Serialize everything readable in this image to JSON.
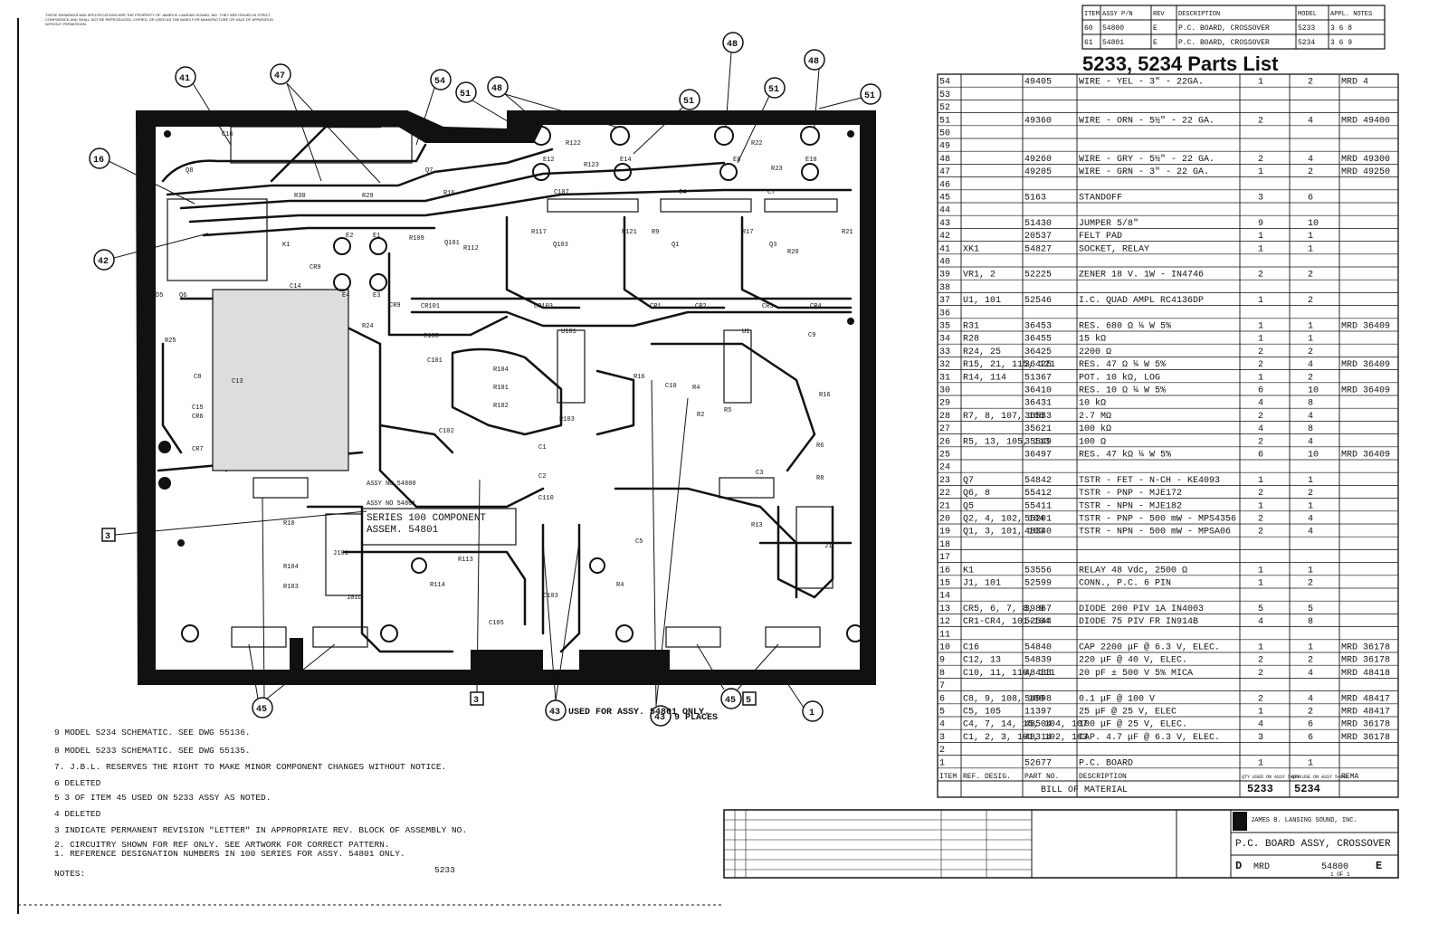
{
  "drawing": {
    "proprietary_notice": "THESE DRAWINGS AND SPECIFICATIONS ARE THE PROPERTY OF JAMES B. LANSING SOUND, INC. THEY ARE ISSUED IN STRICT CONFIDENCE AND SHALL NOT BE REPRODUCED, COPIED, OR USED AS THE BASIS FOR MANUFACTURE OR SALE OF APPARATUS WITHOUT PERMISSION.",
    "parts_list_title": "5233, 5234  Parts List",
    "bottom_ref": "5233"
  },
  "assy_table": {
    "headers": [
      "ITEM",
      "ASSY P/N",
      "REV",
      "DESCRIPTION",
      "MODEL",
      "APPL. NOTES"
    ],
    "rows": [
      [
        "60",
        "54800",
        "E",
        "P.C. BOARD, CROSSOVER",
        "5233",
        "3 6 8"
      ],
      [
        "61",
        "54801",
        "E",
        "P.C. BOARD, CROSSOVER",
        "5234",
        "3 6 9"
      ]
    ]
  },
  "parts_list": {
    "rows": [
      [
        "54",
        "",
        "49405",
        "WIRE - YEL - 3\" - 22GA.",
        "1",
        "2",
        "MRD 4"
      ],
      [
        "53",
        "",
        "",
        "",
        "",
        "",
        ""
      ],
      [
        "52",
        "",
        "",
        "",
        "",
        "",
        ""
      ],
      [
        "51",
        "",
        "49360",
        "WIRE - ORN - 5½\" - 22 GA.",
        "2",
        "4",
        "MRD 49400"
      ],
      [
        "50",
        "",
        "",
        "",
        "",
        "",
        ""
      ],
      [
        "49",
        "",
        "",
        "",
        "",
        "",
        ""
      ],
      [
        "48",
        "",
        "49260",
        "WIRE - GRY - 5½\" - 22 GA.",
        "2",
        "4",
        "MRD 49300"
      ],
      [
        "47",
        "",
        "49205",
        "WIRE - GRN - 3\" - 22 GA.",
        "1",
        "2",
        "MRD 49250"
      ],
      [
        "46",
        "",
        "",
        "",
        "",
        "",
        ""
      ],
      [
        "45",
        "",
        "5163",
        "STANDOFF",
        "3",
        "6",
        ""
      ],
      [
        "44",
        "",
        "",
        "",
        "",
        "",
        ""
      ],
      [
        "43",
        "",
        "51430",
        "JUMPER   5/8\"",
        "9",
        "10",
        ""
      ],
      [
        "42",
        "",
        "20537",
        "FELT PAD",
        "1",
        "1",
        ""
      ],
      [
        "41",
        "XK1",
        "54827",
        "SOCKET, RELAY",
        "1",
        "1",
        ""
      ],
      [
        "40",
        "",
        "",
        "",
        "",
        "",
        ""
      ],
      [
        "39",
        "VR1, 2",
        "52225",
        "ZENER  18 V. 1W - IN4746",
        "2",
        "2",
        ""
      ],
      [
        "38",
        "",
        "",
        "",
        "",
        "",
        ""
      ],
      [
        "37",
        "U1, 101",
        "52546",
        "I.C. QUAD AMPL  RC4136DP",
        "1",
        "2",
        ""
      ],
      [
        "36",
        "",
        "",
        "",
        "",
        "",
        ""
      ],
      [
        "35",
        "R31",
        "36453",
        "RES.  680 Ω  ¼ W  5%",
        "1",
        "1",
        "MRD 36409"
      ],
      [
        "34",
        "R28",
        "36455",
        "15 kΩ",
        "1",
        "1",
        ""
      ],
      [
        "33",
        "R24, 25",
        "36425",
        "2200 Ω",
        "2",
        "2",
        ""
      ],
      [
        "32",
        "R15, 21, 115, 121",
        "36425",
        "RES.  47 Ω   ¼ W  5%",
        "2",
        "4",
        "MRD 36409"
      ],
      [
        "31",
        "R14, 114",
        "51367",
        "POT.  10 kΩ, LOG",
        "1",
        "2",
        ""
      ],
      [
        "30",
        "",
        "36410",
        "RES.  10 Ω   ¼ W  5%",
        "6",
        "10",
        "MRD 36409"
      ],
      [
        "29",
        "",
        "36431",
        "10 kΩ",
        "4",
        "8",
        ""
      ],
      [
        "28",
        "R7, 8, 107, 108",
        "36533",
        "2.7 MΩ",
        "2",
        "4",
        ""
      ],
      [
        "27",
        "",
        "35621",
        "100 kΩ",
        "4",
        "8",
        ""
      ],
      [
        "26",
        "R5, 13, 105, 113",
        "35549",
        "100 Ω",
        "2",
        "4",
        ""
      ],
      [
        "25",
        "",
        "36497",
        "RES.  47 kΩ  ¼ W 5%",
        "6",
        "10",
        "MRD 36409"
      ],
      [
        "24",
        "",
        "",
        "",
        "",
        "",
        ""
      ],
      [
        "23",
        "Q7",
        "54842",
        "TSTR - FET - N-CH - KE4093",
        "1",
        "1",
        ""
      ],
      [
        "22",
        "Q6, 8",
        "55412",
        "TSTR - PNP       - MJE172",
        "2",
        "2",
        ""
      ],
      [
        "21",
        "Q5",
        "55411",
        "TSTR - NPN       - MJE182",
        "1",
        "1",
        ""
      ],
      [
        "20",
        "Q2, 4, 102, 104",
        "55201",
        "TSTR - PNP - 500 mW - MPS4356",
        "2",
        "4",
        ""
      ],
      [
        "19",
        "Q1, 3, 101, 103",
        "48340",
        "TSTR - NPN - 500 mW - MPSA06",
        "2",
        "4",
        ""
      ],
      [
        "18",
        "",
        "",
        "",
        "",
        "",
        ""
      ],
      [
        "17",
        "",
        "",
        "",
        "",
        "",
        ""
      ],
      [
        "16",
        "K1",
        "53556",
        "RELAY  48 Vdc, 2500 Ω",
        "1",
        "1",
        ""
      ],
      [
        "15",
        "J1, 101",
        "52599",
        "CONN., P.C.   6 PIN",
        "1",
        "2",
        ""
      ],
      [
        "14",
        "",
        "",
        "",
        "",
        "",
        ""
      ],
      [
        "13",
        "CR5, 6, 7, 8, 9",
        "39867",
        "DIODE  200 PIV 1A  IN4003",
        "5",
        "5",
        ""
      ],
      [
        "12",
        "CR1-CR4, 101-104",
        "52544",
        "DIODE  75 PIV FR   IN914B",
        "4",
        "8",
        ""
      ],
      [
        "11",
        "",
        "",
        "",
        "",
        "",
        ""
      ],
      [
        "10",
        "C16",
        "54840",
        "CAP 2200 μF @ 6.3 V, ELEC.",
        "1",
        "1",
        "MRD 36178"
      ],
      [
        "9",
        "C12, 13",
        "54839",
        "220 μF @ 40 V, ELEC.",
        "2",
        "2",
        "MRD 36178"
      ],
      [
        "8",
        "C10, 11, 110, 111",
        "48433",
        "20 pF  ± 500 V  5% MICA",
        "2",
        "4",
        "MRD 48418"
      ],
      [
        "7",
        "",
        "",
        "",
        "",
        "",
        ""
      ],
      [
        "6",
        "C8, 9, 108, 109",
        "54998",
        "0.1 μF @ 100 V",
        "2",
        "4",
        "MRD 48417"
      ],
      [
        "5",
        "C5, 105",
        "11397",
        "25 μF @ 25 V, ELEC",
        "1",
        "2",
        "MRD 48417"
      ],
      [
        "4",
        "C4, 7, 14, 15, 104, 107",
        "48504",
        "100 μF @ 25 V, ELEC.",
        "4",
        "6",
        "MRD 36178"
      ],
      [
        "3",
        "C1, 2, 3, 101, 102, 103",
        "48314",
        "CAP.  4.7 μF @ 6.3 V, ELEC.",
        "3",
        "6",
        "MRD 36178"
      ],
      [
        "2",
        "",
        "",
        "",
        "",
        "",
        ""
      ],
      [
        "1",
        "",
        "52677",
        "P.C. BOARD",
        "1",
        "1",
        ""
      ]
    ],
    "footer_headers": [
      "ITEM",
      "REF. DESIG.",
      "PART NO.",
      "DESCRIPTION",
      "QTY USED ON ASSY 54800",
      "QTY USE ON ASSY 54801",
      "REMA"
    ],
    "footer_caption": "BILL OF MATERIAL",
    "footer_models": [
      "5233",
      "5234"
    ]
  },
  "board_labels": {
    "series": "SERIES 100 COMPONENT",
    "assem": "ASSEM. 54801",
    "assy1": "ASSY NO 54800",
    "assy2": "ASSY NO 54801",
    "used_for": "USED FOR ASSY. 54801 ONLY.",
    "places": "9 PLACES"
  },
  "callouts": [
    "41",
    "47",
    "54",
    "51",
    "48",
    "51",
    "48",
    "51",
    "48",
    "51",
    "16",
    "42",
    "3",
    "45",
    "3",
    "43",
    "43",
    "45",
    "5",
    "1"
  ],
  "notes": {
    "header": "NOTES:",
    "items": [
      "9  MODEL 5234 SCHEMATIC. SEE DWG 55136.",
      "8  MODEL 5233 SCHEMATIC. SEE DWG 55135.",
      "7. J.B.L. RESERVES THE RIGHT TO MAKE MINOR COMPONENT CHANGES WITHOUT NOTICE.",
      "6  DELETED",
      "5  3 OF ITEM 45 USED ON 5233 ASSY AS NOTED.",
      "4  DELETED",
      "3  INDICATE PERMANENT REVISION \"LETTER\" IN APPROPRIATE REV. BLOCK OF ASSEMBLY NO.",
      "2. CIRCUITRY SHOWN FOR REF ONLY. SEE ARTWORK FOR CORRECT PATTERN.",
      "1. REFERENCE DESIGNATION NUMBERS IN 100 SERIES FOR ASSY. 54801 ONLY."
    ]
  },
  "title_block": {
    "title": "P.C. BOARD ASSY, CROSSOVER",
    "size": "D",
    "drawn": "MRD",
    "dwg_no": "54800",
    "rev": "E",
    "sheet": "1 OF 1",
    "company": "JAMES B. LANSING SOUND, INC."
  }
}
